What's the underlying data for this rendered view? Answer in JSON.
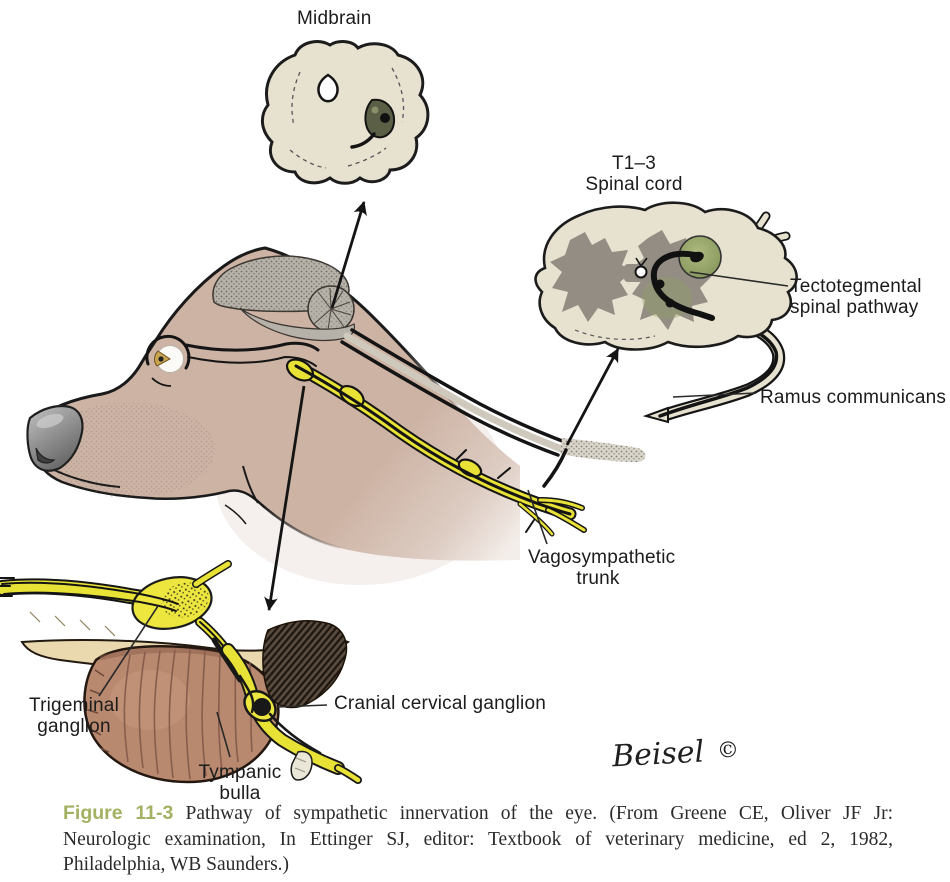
{
  "figure": {
    "labels": {
      "midbrain": "Midbrain",
      "spinal_cord_t13": "T1–3\nSpinal cord",
      "tectotegmental": "Tectotegmental\nspinal pathway",
      "ramus_communicans": "Ramus communicans",
      "vagosympathetic": "Vagosympathetic\ntrunk",
      "trigeminal_ganglion": "Trigeminal\nganglion",
      "cranial_cervical_ganglion": "Cranial cervical ganglion",
      "tympanic_bulla": "Tympanic\nbulla",
      "signature": "Beisel",
      "copyright_symbol": "©"
    },
    "caption": {
      "figure_number": "Figure 11-3",
      "line1": "Pathway of sympathetic innervation of the eye. (From Greene CE, Oliver JF Jr:",
      "line2": "Neurologic examination, In Ettinger SJ, editor: Textbook of veterinary medicine, ed 2, 1982,",
      "line3": "Philadelphia, WB Saunders.)"
    },
    "colors": {
      "figure_number_green": "#a2b162",
      "nerve_yellow": "#e8e236",
      "section_beige": "#e7e1cf",
      "gray_matter": "#938d83",
      "pathway_green": "#98a566",
      "head_tan": "#cdb3a4",
      "bulla_brown": "#b8896f"
    }
  }
}
